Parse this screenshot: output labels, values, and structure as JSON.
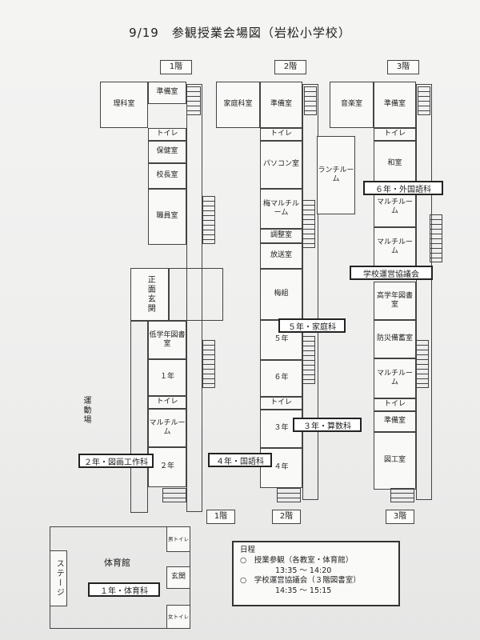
{
  "title": "9/19　参観授業会場図（岩松小学校）",
  "floors": {
    "f1": "1階",
    "f2": "2階",
    "f3": "3階"
  },
  "f1_rooms": {
    "rika": "理科室",
    "junbi": "準備室",
    "toilet1": "トイレ",
    "hoken": "保健室",
    "kocho": "校長室",
    "shokuin": "職員室",
    "genkan": "正面玄関",
    "teigakunen": "低学年図書室",
    "nen1": "１年",
    "toilet2": "トイレ",
    "multi": "マルチルーム",
    "nen2": "２年"
  },
  "f2_rooms": {
    "katei": "家庭科室",
    "junbi": "準備室",
    "toilet1": "トイレ",
    "pasokon": "パソコン室",
    "ume_multi": "梅マルチルーム",
    "chosei": "調整室",
    "hoso": "放送室",
    "umegumi": "梅組",
    "nen5": "５年",
    "nen6": "６年",
    "toilet2": "トイレ",
    "nen3": "３年",
    "nen4": "４年"
  },
  "f3_rooms": {
    "ongaku": "音楽室",
    "junbi": "準備室",
    "toilet1": "トイレ",
    "washitsu": "和室",
    "multi1": "マルチルーム",
    "multi2": "マルチルーム",
    "kogakunen": "高学年図書室",
    "bosai": "防災備蓄室",
    "multi3": "マルチルーム",
    "toilet2": "トイレ",
    "junbi2": "準備室",
    "zuko": "図工室"
  },
  "lunch": "ランチルーム",
  "undojo": "運動場",
  "gym": {
    "name": "体育館",
    "stage": "ステージ",
    "genkan": "玄関",
    "toilet_m": "男トイレ",
    "toilet_f": "女トイレ"
  },
  "labels": {
    "l6": "６年・外国語科",
    "lkyo": "学校運営協議会",
    "l5": "５年・家庭科",
    "l3": "３年・算数科",
    "l2": "２年・図画工作科",
    "l4": "４年・国語科",
    "l1": "１年・体育科"
  },
  "schedule": {
    "heading": "日程",
    "item1": "○　授業参観（各教室・体育館）",
    "time1": "13:35 ～ 14:20",
    "item2": "○　学校運営協議会（３階図書室）",
    "time2": "14:35 ～ 15:15"
  }
}
